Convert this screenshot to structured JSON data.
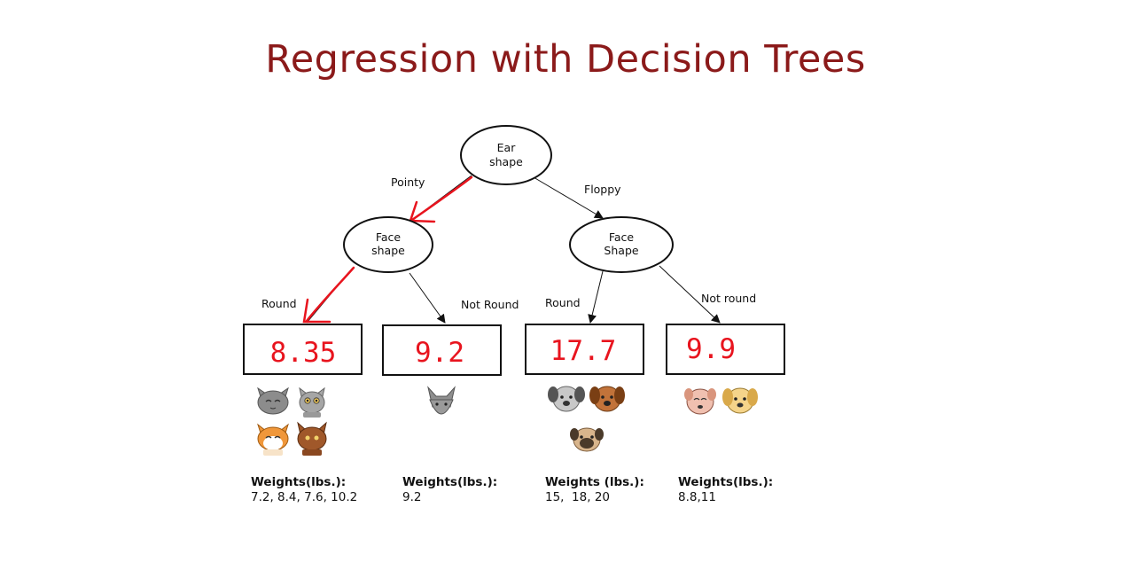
{
  "title": "Regression with Decision Trees",
  "colors": {
    "title": "#8b1a1a",
    "handwriting": "#e8141e"
  },
  "nodes": {
    "root": {
      "line1": "Ear",
      "line2": "shape"
    },
    "left": {
      "line1": "Face",
      "line2": "shape"
    },
    "right": {
      "line1": "Face",
      "line2": "Shape"
    }
  },
  "edges": {
    "pointy": "Pointy",
    "floppy": "Floppy",
    "left_round": "Round",
    "left_not_round": "Not Round",
    "right_round": "Round",
    "right_not_round": "Not round"
  },
  "leaves": [
    {
      "value": "8.35",
      "weights_header": "Weights(lbs.):",
      "weights": "7.2, 8.4, 7.6, 10.2",
      "animals": [
        "gray-cat-icon",
        "gray-cat-icon",
        "orange-cat-icon",
        "brown-cat-icon"
      ]
    },
    {
      "value": "9.2",
      "weights_header": "Weights(lbs.):",
      "weights": "9.2",
      "animals": [
        "gray-cat-icon"
      ]
    },
    {
      "value": "17.7",
      "weights_header": "Weights (lbs.):",
      "weights": "15,  18, 20",
      "animals": [
        "gray-dog-icon",
        "brown-dog-icon",
        "pug-dog-icon"
      ]
    },
    {
      "value": "9.9",
      "weights_header": "Weights(lbs.):",
      "weights": "8.8,11",
      "animals": [
        "pink-dog-icon",
        "tan-dog-icon"
      ]
    }
  ]
}
